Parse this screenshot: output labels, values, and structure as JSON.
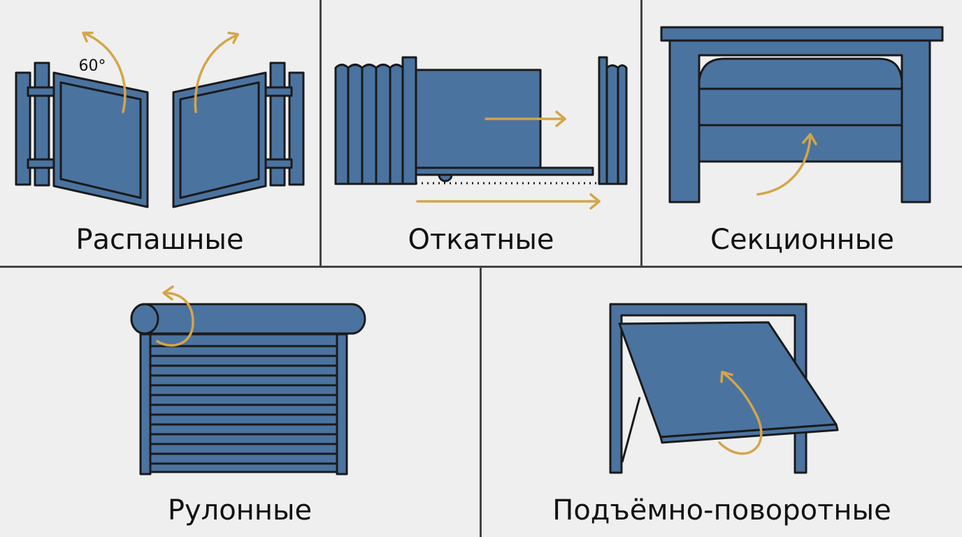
{
  "colors": {
    "background": "#efefef",
    "panel_fill": "#4b73a0",
    "outline": "#1a1a1a",
    "arrow": "#d4a54a",
    "divider": "#444444"
  },
  "gate_types": [
    {
      "label": "Распашные",
      "angle_label": "60°",
      "icon": "swing-gate-icon"
    },
    {
      "label": "Откатные",
      "icon": "sliding-gate-icon"
    },
    {
      "label": "Секционные",
      "icon": "sectional-door-icon"
    },
    {
      "label": "Рулонные",
      "icon": "roller-shutter-icon"
    },
    {
      "label": "Подъёмно-поворотные",
      "icon": "up-and-over-door-icon"
    }
  ]
}
